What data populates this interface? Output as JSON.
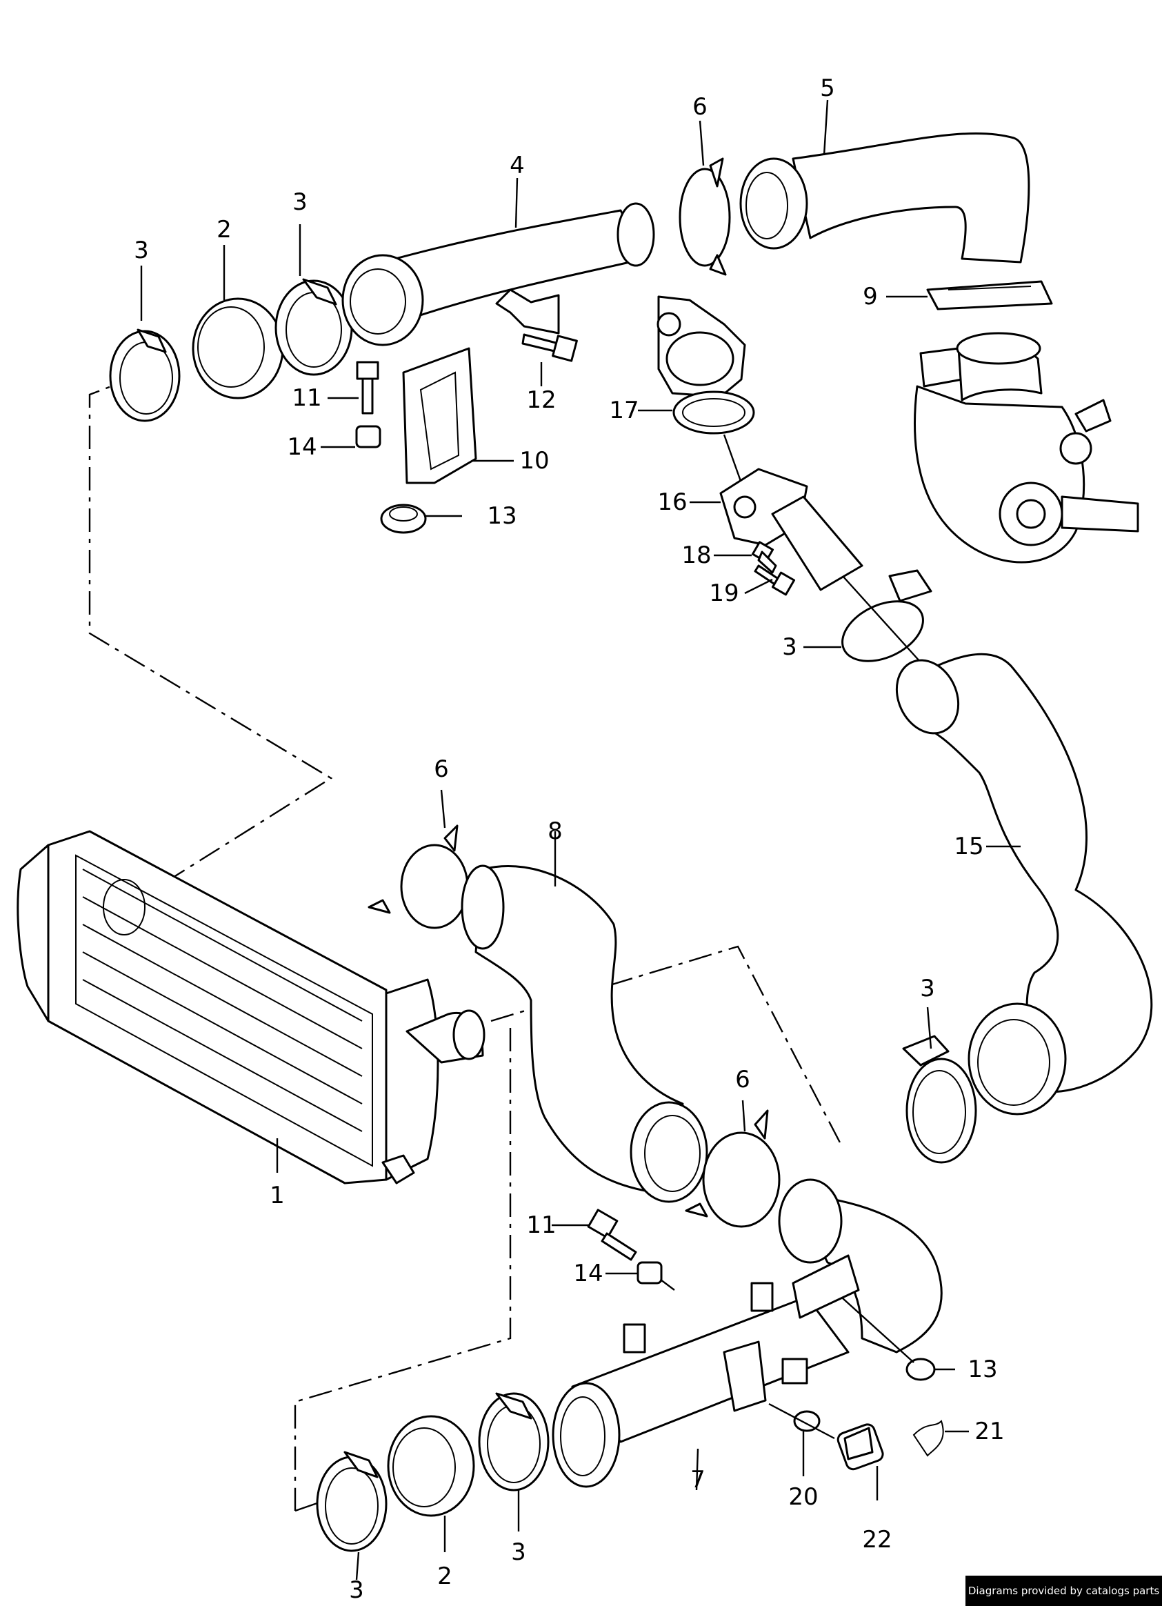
{
  "credit": "Diagrams provided by catalogs parts",
  "labels": [
    {
      "id": "l5",
      "text": "5"
    },
    {
      "id": "l6a",
      "text": "6"
    },
    {
      "id": "l4",
      "text": "4"
    },
    {
      "id": "l3a",
      "text": "3"
    },
    {
      "id": "l2a",
      "text": "2"
    },
    {
      "id": "l3b",
      "text": "3"
    },
    {
      "id": "l9",
      "text": "9"
    },
    {
      "id": "l12",
      "text": "12"
    },
    {
      "id": "l11a",
      "text": "11"
    },
    {
      "id": "l17",
      "text": "17"
    },
    {
      "id": "l14a",
      "text": "14"
    },
    {
      "id": "l10",
      "text": "10"
    },
    {
      "id": "l16",
      "text": "16"
    },
    {
      "id": "l13a",
      "text": "13"
    },
    {
      "id": "l18",
      "text": "18"
    },
    {
      "id": "l19",
      "text": "19"
    },
    {
      "id": "l3c",
      "text": "3"
    },
    {
      "id": "l6b",
      "text": "6"
    },
    {
      "id": "l8",
      "text": "8"
    },
    {
      "id": "l15",
      "text": "15"
    },
    {
      "id": "l3d",
      "text": "3"
    },
    {
      "id": "l6c",
      "text": "6"
    },
    {
      "id": "l1",
      "text": "1"
    },
    {
      "id": "l11b",
      "text": "11"
    },
    {
      "id": "l14b",
      "text": "14"
    },
    {
      "id": "l13b",
      "text": "13"
    },
    {
      "id": "l21",
      "text": "21"
    },
    {
      "id": "l7",
      "text": "7"
    },
    {
      "id": "l20",
      "text": "20"
    },
    {
      "id": "l22",
      "text": "22"
    },
    {
      "id": "l3e",
      "text": "3"
    },
    {
      "id": "l2b",
      "text": "2"
    },
    {
      "id": "l3f",
      "text": "3"
    }
  ]
}
